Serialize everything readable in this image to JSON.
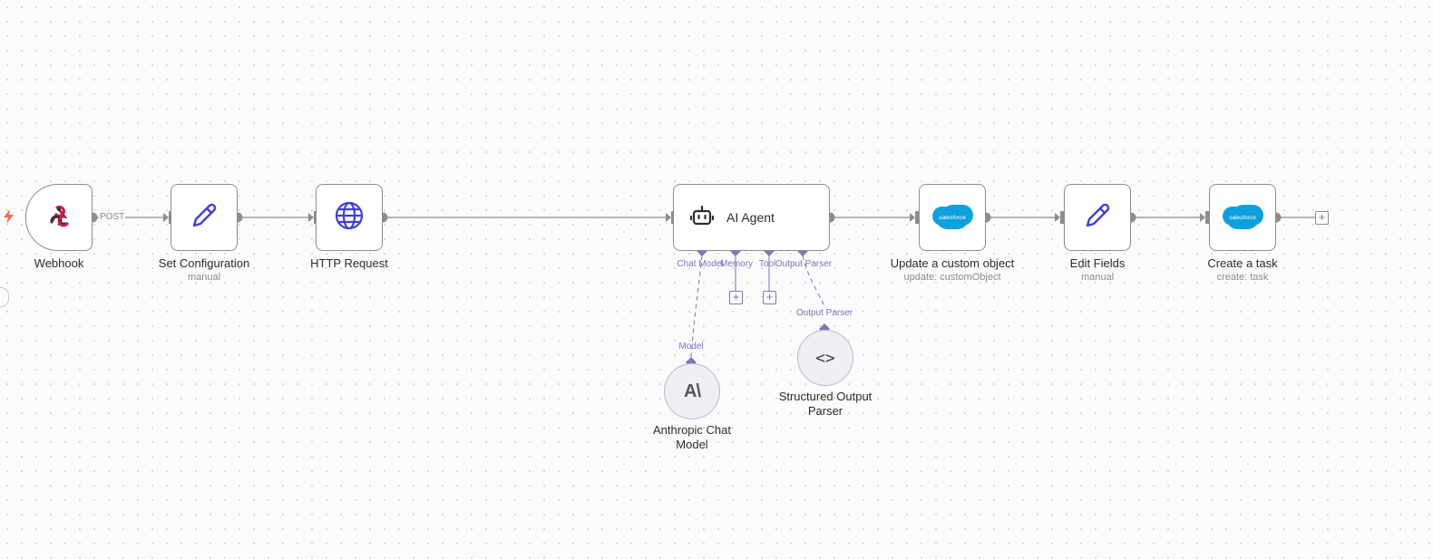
{
  "canvas": {
    "nodes": {
      "webhook": {
        "title": "Webhook",
        "icon": "webhook-icon",
        "color": "#e0194f"
      },
      "set_configuration": {
        "title": "Set Configuration",
        "subtitle": "manual",
        "icon": "pencil-icon",
        "color": "#3f3fd6"
      },
      "http_request": {
        "title": "HTTP Request",
        "icon": "globe-icon",
        "color": "#3f3fd6"
      },
      "ai_agent": {
        "title": "AI Agent",
        "icon": "robot-icon",
        "ports": {
          "chat_model": "Chat Model",
          "memory": "Memory",
          "tool": "Tool",
          "output_parser": "Output Parser"
        }
      },
      "update_custom_object": {
        "title": "Update a custom object",
        "subtitle": "update: customObject",
        "icon": "salesforce-icon",
        "logo_text": "salesforce",
        "color": "#0ea1dd"
      },
      "edit_fields": {
        "title": "Edit Fields",
        "subtitle": "manual",
        "icon": "pencil-icon",
        "color": "#3f3fd6"
      },
      "create_task": {
        "title": "Create a task",
        "subtitle": "create: task",
        "icon": "salesforce-icon",
        "logo_text": "salesforce",
        "color": "#0ea1dd"
      },
      "anthropic_chat_model": {
        "title": "Anthropic Chat Model",
        "port": "Model",
        "icon": "anthropic-icon",
        "logo_text": "A\\"
      },
      "structured_output_parser": {
        "title": "Structured Output Parser",
        "port": "Output Parser",
        "icon": "code-brackets-icon",
        "logo_text": "<>"
      }
    },
    "edges": {
      "webhook_label": "POST"
    },
    "add_symbol": "+"
  }
}
